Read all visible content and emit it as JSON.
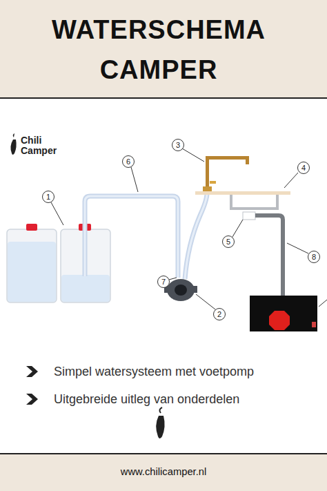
{
  "diagram": {
    "title": "WATERSCHEMA CAMPER",
    "nodes": [
      {
        "text": [
          "1"
        ]
      },
      {
        "text": [
          "2"
        ]
      },
      {
        "text": [
          "3"
        ]
      },
      {
        "text": [
          "4"
        ]
      },
      {
        "text": [
          "5"
        ]
      },
      {
        "text": [
          "6"
        ]
      },
      {
        "text": [
          "7"
        ]
      },
      {
        "text": [
          "8"
        ]
      }
    ],
    "labels": [
      "Chili Camper",
      "Simpel watersysteem met voetpomp",
      "Uitgebreide uitleg van onderdelen",
      "www.chilicamper.nl"
    ]
  }
}
